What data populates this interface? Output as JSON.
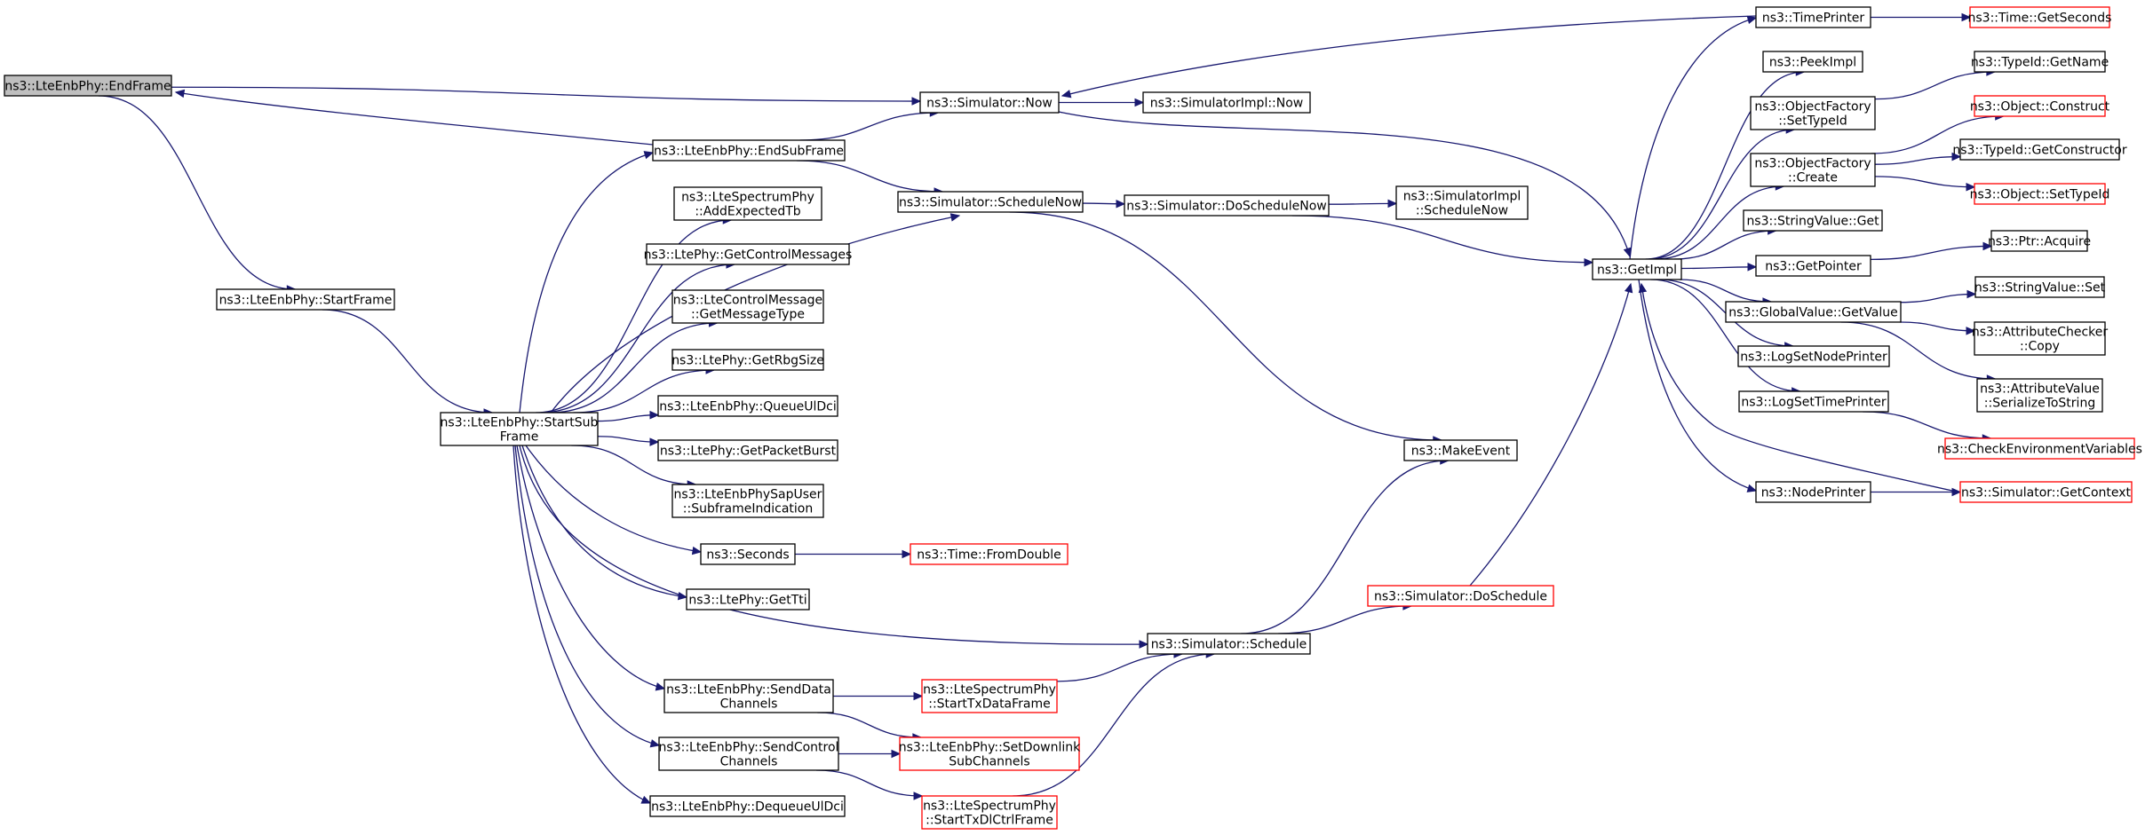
{
  "diagram": {
    "type": "call-graph",
    "colors": {
      "edge": "#191970",
      "root_fill": "#bfbfbf",
      "node_border": "#000000",
      "truncated_border": "#ff0000",
      "background": "#ffffff"
    },
    "nodes": [
      {
        "id": "endframe",
        "lines": [
          "ns3::LteEnbPhy::EndFrame"
        ],
        "style": "root"
      },
      {
        "id": "startframe",
        "lines": [
          "ns3::LteEnbPhy::StartFrame"
        ],
        "style": "normal"
      },
      {
        "id": "startsubframe",
        "lines": [
          "ns3::LteEnbPhy::StartSub",
          "Frame"
        ],
        "style": "normal"
      },
      {
        "id": "endsubframe",
        "lines": [
          "ns3::LteEnbPhy::EndSubFrame"
        ],
        "style": "normal"
      },
      {
        "id": "addexpectedtb",
        "lines": [
          "ns3::LteSpectrumPhy",
          "::AddExpectedTb"
        ],
        "style": "normal"
      },
      {
        "id": "getcontrolmessages",
        "lines": [
          "ns3::LtePhy::GetControlMessages"
        ],
        "style": "normal"
      },
      {
        "id": "getmessagetype",
        "lines": [
          "ns3::LteControlMessage",
          "::GetMessageType"
        ],
        "style": "normal"
      },
      {
        "id": "getrbgsize",
        "lines": [
          "ns3::LtePhy::GetRbgSize"
        ],
        "style": "normal"
      },
      {
        "id": "queueuldci",
        "lines": [
          "ns3::LteEnbPhy::QueueUlDci"
        ],
        "style": "normal"
      },
      {
        "id": "getpacketburst",
        "lines": [
          "ns3::LtePhy::GetPacketBurst"
        ],
        "style": "normal"
      },
      {
        "id": "subframeindication",
        "lines": [
          "ns3::LteEnbPhySapUser",
          "::SubframeIndication"
        ],
        "style": "normal"
      },
      {
        "id": "seconds",
        "lines": [
          "ns3::Seconds"
        ],
        "style": "normal"
      },
      {
        "id": "gettti",
        "lines": [
          "ns3::LtePhy::GetTti"
        ],
        "style": "normal"
      },
      {
        "id": "senddatachannels",
        "lines": [
          "ns3::LteEnbPhy::SendData",
          "Channels"
        ],
        "style": "normal"
      },
      {
        "id": "sendcontrolchannels",
        "lines": [
          "ns3::LteEnbPhy::SendControl",
          "Channels"
        ],
        "style": "normal"
      },
      {
        "id": "dequeueuldci",
        "lines": [
          "ns3::LteEnbPhy::DequeueUlDci"
        ],
        "style": "normal"
      },
      {
        "id": "simnow",
        "lines": [
          "ns3::Simulator::Now"
        ],
        "style": "normal"
      },
      {
        "id": "simschedulenow",
        "lines": [
          "ns3::Simulator::ScheduleNow"
        ],
        "style": "normal"
      },
      {
        "id": "simschedule",
        "lines": [
          "ns3::Simulator::Schedule"
        ],
        "style": "normal"
      },
      {
        "id": "fromdouble",
        "lines": [
          "ns3::Time::FromDouble"
        ],
        "style": "truncated"
      },
      {
        "id": "starttxdataframe",
        "lines": [
          "ns3::LteSpectrumPhy",
          "::StartTxDataFrame"
        ],
        "style": "truncated"
      },
      {
        "id": "setdownlinksubchannels",
        "lines": [
          "ns3::LteEnbPhy::SetDownlink",
          "SubChannels"
        ],
        "style": "truncated"
      },
      {
        "id": "starttxdlctrlframe",
        "lines": [
          "ns3::LteSpectrumPhy",
          "::StartTxDlCtrlFrame"
        ],
        "style": "truncated"
      },
      {
        "id": "simimplnow",
        "lines": [
          "ns3::SimulatorImpl::Now"
        ],
        "style": "normal"
      },
      {
        "id": "doschedulenow",
        "lines": [
          "ns3::Simulator::DoScheduleNow"
        ],
        "style": "normal"
      },
      {
        "id": "simimplschedulenow",
        "lines": [
          "ns3::SimulatorImpl",
          "::ScheduleNow"
        ],
        "style": "normal"
      },
      {
        "id": "makeevent",
        "lines": [
          "ns3::MakeEvent"
        ],
        "style": "normal"
      },
      {
        "id": "doschedule",
        "lines": [
          "ns3::Simulator::DoSchedule"
        ],
        "style": "truncated"
      },
      {
        "id": "getimpl",
        "lines": [
          "ns3::GetImpl"
        ],
        "style": "normal"
      },
      {
        "id": "timeprinter",
        "lines": [
          "ns3::TimePrinter"
        ],
        "style": "normal"
      },
      {
        "id": "peekimpl",
        "lines": [
          "ns3::PeekImpl"
        ],
        "style": "normal"
      },
      {
        "id": "ofsettypeid",
        "lines": [
          "ns3::ObjectFactory",
          "::SetTypeId"
        ],
        "style": "normal"
      },
      {
        "id": "ofcreate",
        "lines": [
          "ns3::ObjectFactory",
          "::Create"
        ],
        "style": "normal"
      },
      {
        "id": "stringvalueget",
        "lines": [
          "ns3::StringValue::Get"
        ],
        "style": "normal"
      },
      {
        "id": "getpointer",
        "lines": [
          "ns3::GetPointer"
        ],
        "style": "normal"
      },
      {
        "id": "globalvaluegetvalue",
        "lines": [
          "ns3::GlobalValue::GetValue"
        ],
        "style": "normal"
      },
      {
        "id": "logsetnodeprinter",
        "lines": [
          "ns3::LogSetNodePrinter"
        ],
        "style": "normal"
      },
      {
        "id": "logsettimeprinter",
        "lines": [
          "ns3::LogSetTimePrinter"
        ],
        "style": "normal"
      },
      {
        "id": "nodeprinter",
        "lines": [
          "ns3::NodePrinter"
        ],
        "style": "normal"
      },
      {
        "id": "timegetseconds",
        "lines": [
          "ns3::Time::GetSeconds"
        ],
        "style": "truncated"
      },
      {
        "id": "typeidgetname",
        "lines": [
          "ns3::TypeId::GetName"
        ],
        "style": "normal"
      },
      {
        "id": "objectconstruct",
        "lines": [
          "ns3::Object::Construct"
        ],
        "style": "truncated"
      },
      {
        "id": "typeidgetconstructor",
        "lines": [
          "ns3::TypeId::GetConstructor"
        ],
        "style": "normal"
      },
      {
        "id": "objectsettypeid",
        "lines": [
          "ns3::Object::SetTypeId"
        ],
        "style": "truncated"
      },
      {
        "id": "ptracquire",
        "lines": [
          "ns3::Ptr::Acquire"
        ],
        "style": "normal"
      },
      {
        "id": "stringvalueset",
        "lines": [
          "ns3::StringValue::Set"
        ],
        "style": "normal"
      },
      {
        "id": "attributecheckercopy",
        "lines": [
          "ns3::AttributeChecker",
          "::Copy"
        ],
        "style": "normal"
      },
      {
        "id": "attributevalueserialize",
        "lines": [
          "ns3::AttributeValue",
          "::SerializeToString"
        ],
        "style": "normal"
      },
      {
        "id": "checkenvironmentvariables",
        "lines": [
          "ns3::CheckEnvironmentVariables"
        ],
        "style": "truncated"
      },
      {
        "id": "simgetcontext",
        "lines": [
          "ns3::Simulator::GetContext"
        ],
        "style": "truncated"
      }
    ],
    "edges": [
      [
        "endframe",
        "startframe"
      ],
      [
        "endframe",
        "simnow"
      ],
      [
        "endsubframe",
        "endframe"
      ],
      [
        "startframe",
        "startsubframe"
      ],
      [
        "startsubframe",
        "endsubframe"
      ],
      [
        "startsubframe",
        "addexpectedtb"
      ],
      [
        "startsubframe",
        "getcontrolmessages"
      ],
      [
        "startsubframe",
        "getmessagetype"
      ],
      [
        "startsubframe",
        "getrbgsize"
      ],
      [
        "startsubframe",
        "queueuldci"
      ],
      [
        "startsubframe",
        "getpacketburst"
      ],
      [
        "startsubframe",
        "subframeindication"
      ],
      [
        "startsubframe",
        "seconds"
      ],
      [
        "startsubframe",
        "gettti"
      ],
      [
        "startsubframe",
        "senddatachannels"
      ],
      [
        "startsubframe",
        "sendcontrolchannels"
      ],
      [
        "startsubframe",
        "dequeueuldci"
      ],
      [
        "startsubframe",
        "simschedulenow"
      ],
      [
        "startsubframe",
        "simschedule"
      ],
      [
        "endsubframe",
        "simnow"
      ],
      [
        "endsubframe",
        "simschedulenow"
      ],
      [
        "seconds",
        "fromdouble"
      ],
      [
        "senddatachannels",
        "starttxdataframe"
      ],
      [
        "senddatachannels",
        "setdownlinksubchannels"
      ],
      [
        "sendcontrolchannels",
        "setdownlinksubchannels"
      ],
      [
        "sendcontrolchannels",
        "starttxdlctrlframe"
      ],
      [
        "starttxdataframe",
        "simschedule"
      ],
      [
        "starttxdlctrlframe",
        "simschedule"
      ],
      [
        "simnow",
        "simimplnow"
      ],
      [
        "simnow",
        "getimpl"
      ],
      [
        "simschedulenow",
        "doschedulenow"
      ],
      [
        "simschedulenow",
        "makeevent"
      ],
      [
        "simschedule",
        "makeevent"
      ],
      [
        "simschedule",
        "doschedule"
      ],
      [
        "doschedulenow",
        "simimplschedulenow"
      ],
      [
        "doschedulenow",
        "getimpl"
      ],
      [
        "doschedule",
        "getimpl"
      ],
      [
        "getimpl",
        "timeprinter"
      ],
      [
        "getimpl",
        "peekimpl"
      ],
      [
        "getimpl",
        "ofsettypeid"
      ],
      [
        "getimpl",
        "ofcreate"
      ],
      [
        "getimpl",
        "stringvalueget"
      ],
      [
        "getimpl",
        "getpointer"
      ],
      [
        "getimpl",
        "globalvaluegetvalue"
      ],
      [
        "getimpl",
        "logsetnodeprinter"
      ],
      [
        "getimpl",
        "logsettimeprinter"
      ],
      [
        "getimpl",
        "nodeprinter"
      ],
      [
        "timeprinter",
        "simnow"
      ],
      [
        "timeprinter",
        "timegetseconds"
      ],
      [
        "ofsettypeid",
        "typeidgetname"
      ],
      [
        "ofcreate",
        "objectconstruct"
      ],
      [
        "ofcreate",
        "typeidgetconstructor"
      ],
      [
        "ofcreate",
        "objectsettypeid"
      ],
      [
        "getpointer",
        "ptracquire"
      ],
      [
        "globalvaluegetvalue",
        "stringvalueset"
      ],
      [
        "globalvaluegetvalue",
        "attributecheckercopy"
      ],
      [
        "globalvaluegetvalue",
        "attributevalueserialize"
      ],
      [
        "logsettimeprinter",
        "checkenvironmentvariables"
      ],
      [
        "nodeprinter",
        "simgetcontext"
      ],
      [
        "simgetcontext",
        "getimpl"
      ]
    ]
  }
}
